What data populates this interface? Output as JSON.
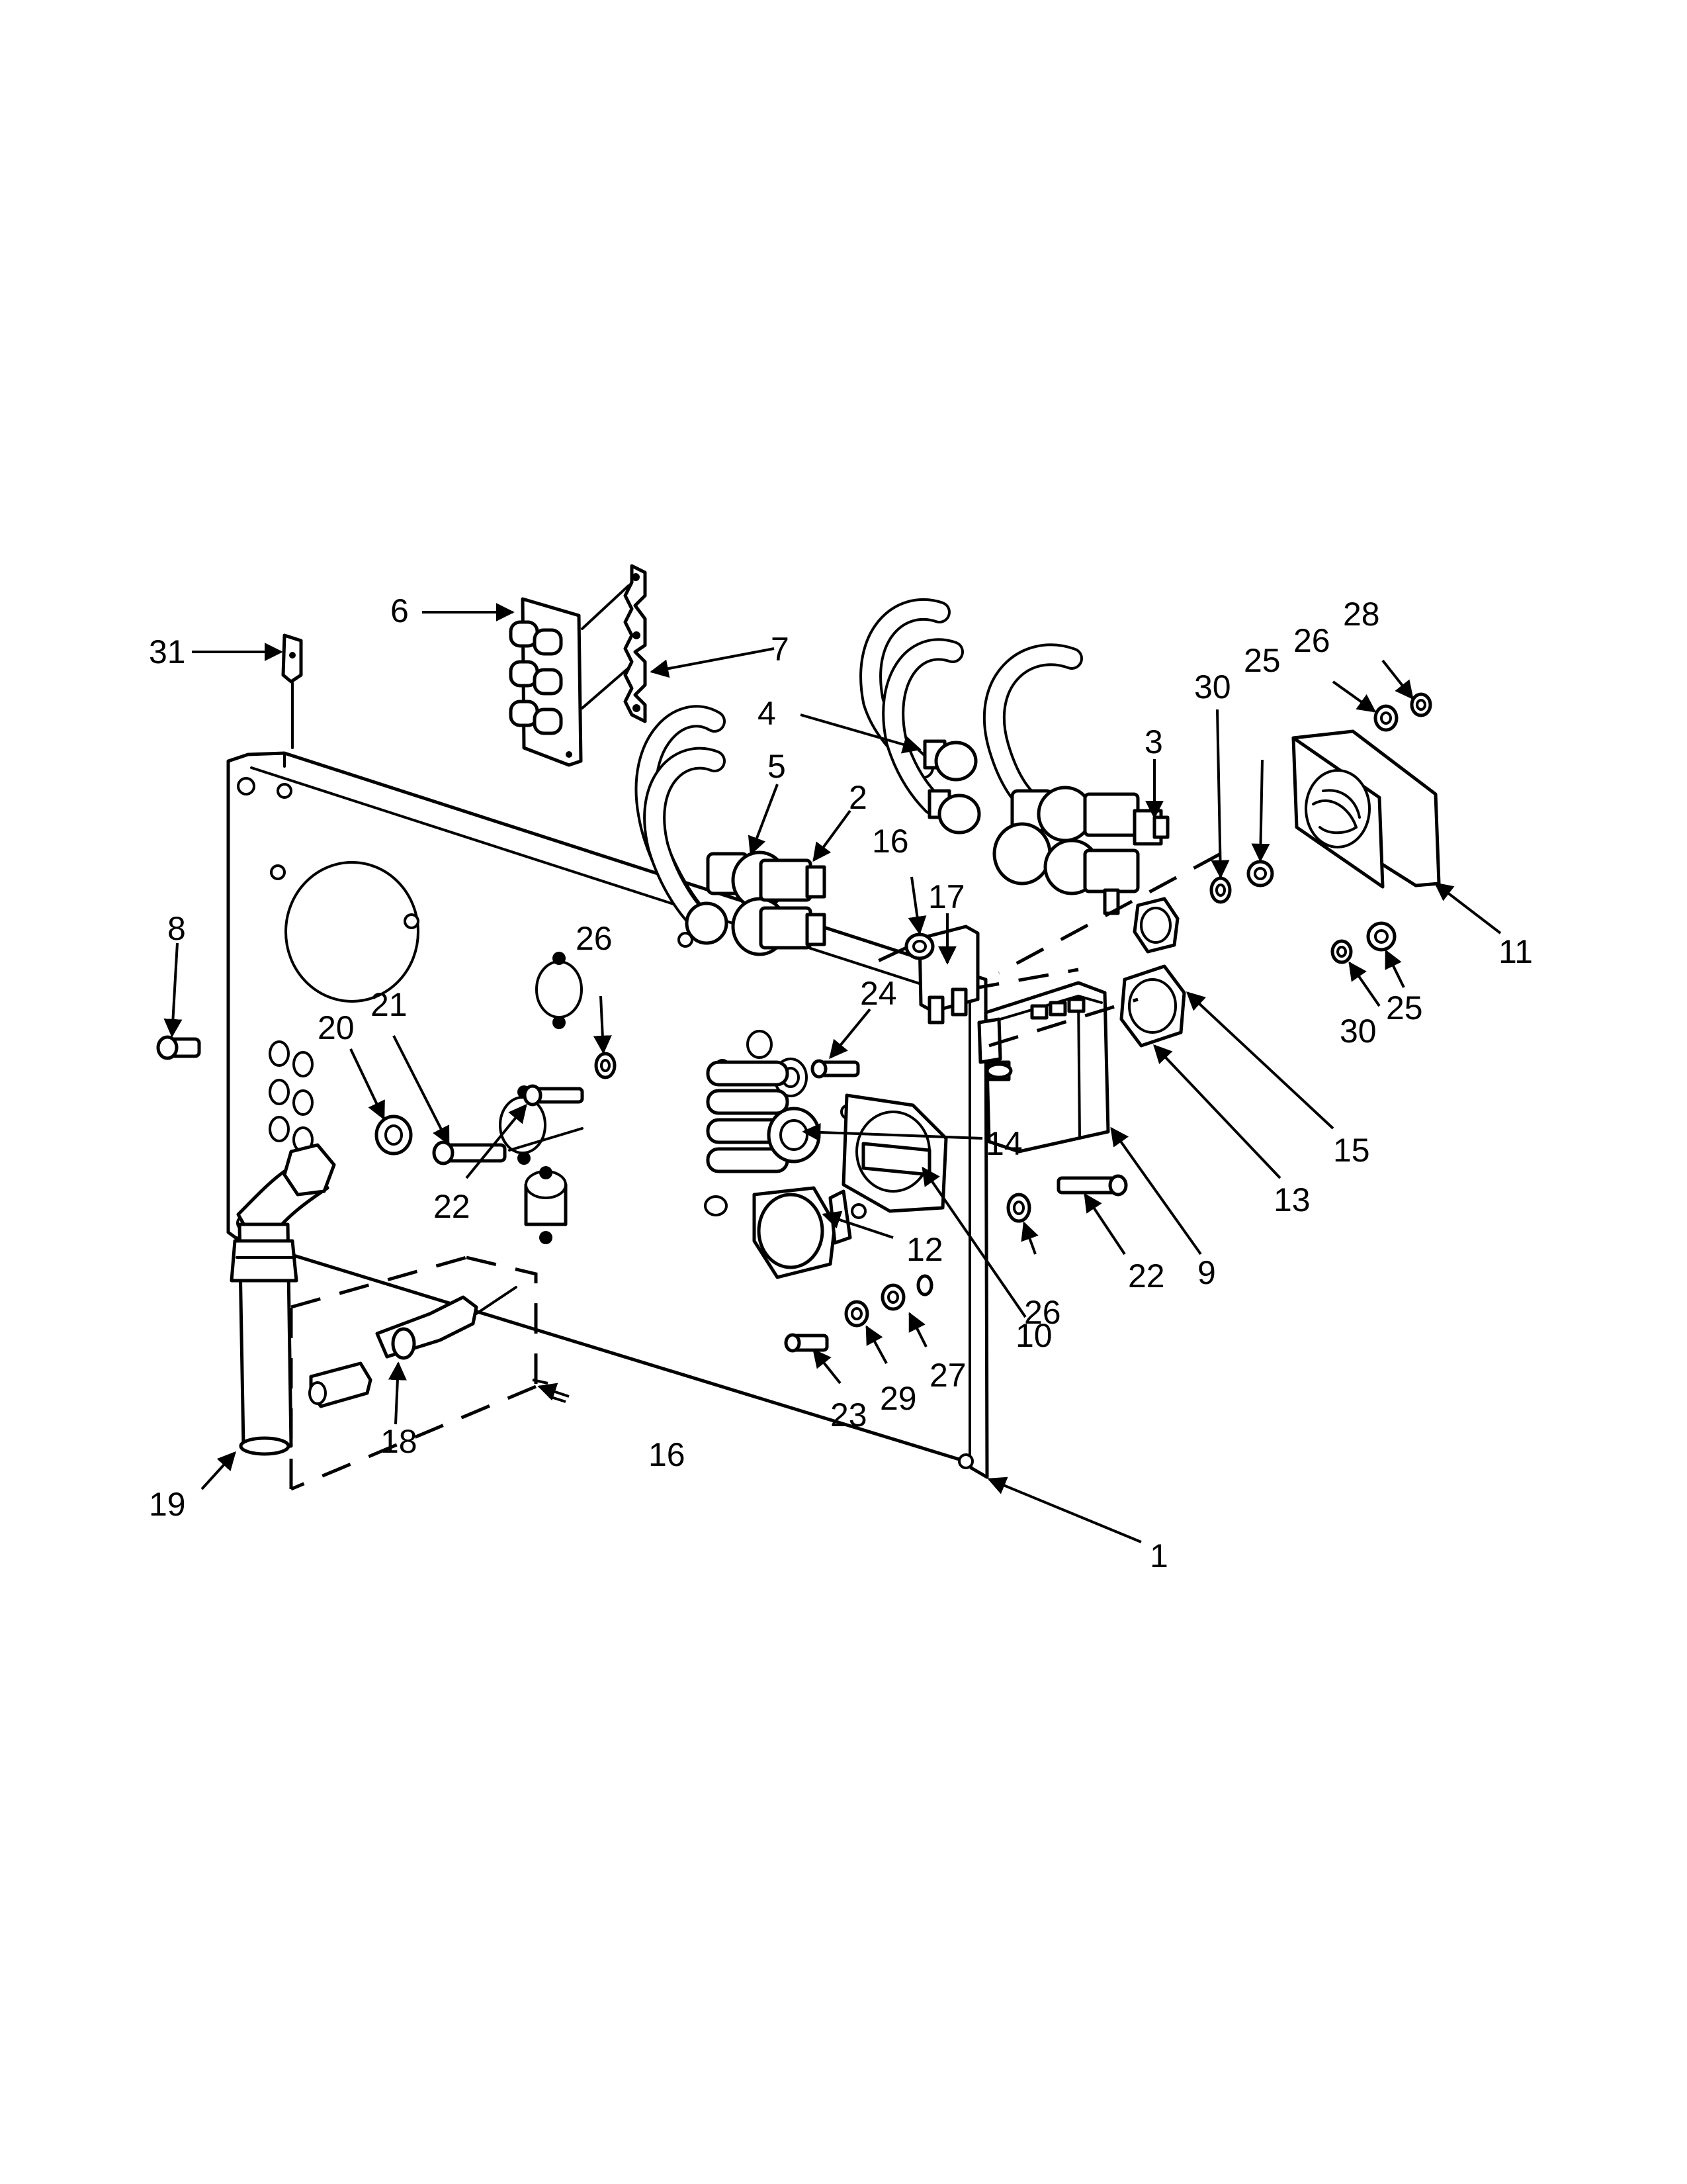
{
  "diagram": {
    "callouts": [
      "1",
      "2",
      "3",
      "4",
      "5",
      "6",
      "7",
      "8",
      "9",
      "10",
      "11",
      "12",
      "13",
      "14",
      "15",
      "16",
      "16",
      "17",
      "18",
      "19",
      "20",
      "21",
      "22",
      "22",
      "23",
      "24",
      "25",
      "25",
      "26",
      "26",
      "26",
      "27",
      "28",
      "29",
      "30",
      "30",
      "31"
    ]
  }
}
